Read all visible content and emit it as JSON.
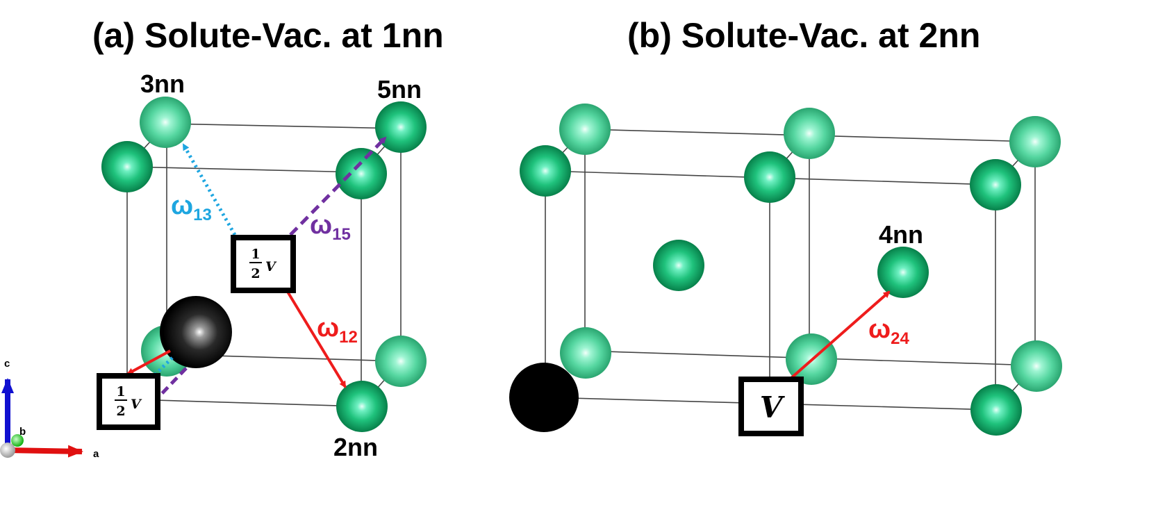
{
  "panels": {
    "a": {
      "title": "(a) Solute-Vac. at 1nn",
      "site_labels": {
        "nn3": "3nn",
        "nn5": "5nn",
        "nn2": "2nn"
      },
      "jumps": [
        {
          "id": "w13",
          "symbol": "ω",
          "subscript": "13",
          "color": "#1ea6e0",
          "style": "dotted"
        },
        {
          "id": "w15",
          "symbol": "ω",
          "subscript": "15",
          "color": "#7030a0",
          "style": "dashed"
        },
        {
          "id": "w12",
          "symbol": "ω",
          "subscript": "12",
          "color": "#ee1c1c",
          "style": "solid"
        }
      ],
      "vacancy_label": {
        "numerator": "1",
        "denominator": "2",
        "symbol": "V"
      }
    },
    "b": {
      "title": "(b) Solute-Vac. at 2nn",
      "site_labels": {
        "nn4": "4nn"
      },
      "jumps": [
        {
          "id": "w24",
          "symbol": "ω",
          "subscript": "24",
          "color": "#ee1c1c",
          "style": "solid"
        }
      ],
      "vacancy_label": {
        "symbol": "V"
      }
    }
  },
  "axes": {
    "c": "c",
    "b": "b",
    "a": "a"
  },
  "colors": {
    "host_atom": "#22c07a",
    "solute_atom": "#000000",
    "lattice_line": "#444444"
  }
}
